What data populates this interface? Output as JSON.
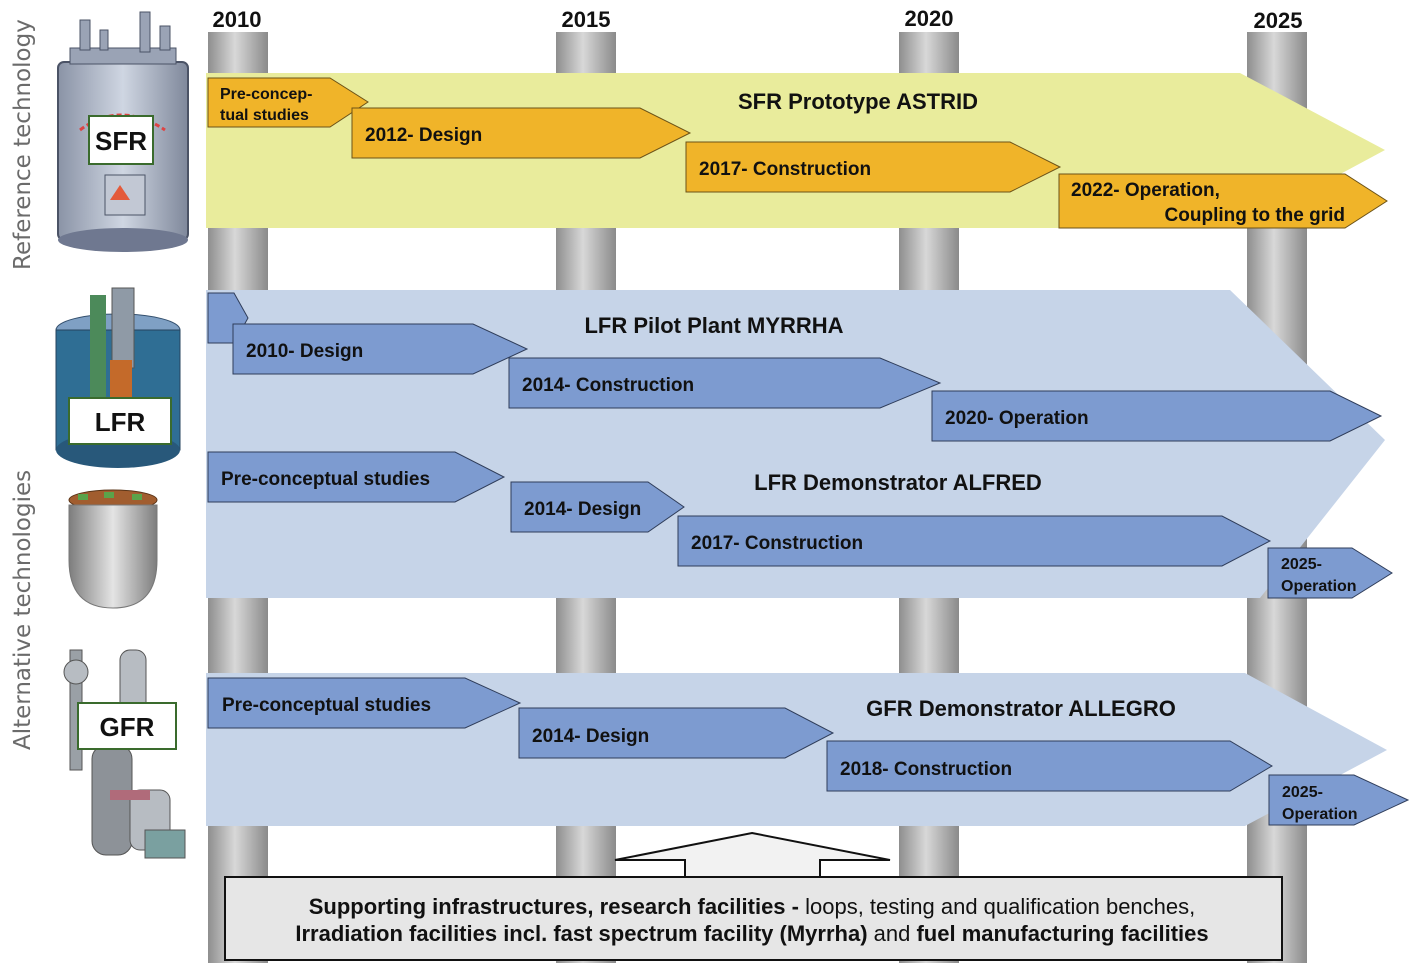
{
  "side_labels": {
    "reference": "Reference technology",
    "alternative": "Alternative technologies"
  },
  "years": [
    "2010",
    "2015",
    "2020",
    "2025"
  ],
  "technologies": {
    "sfr": "SFR",
    "lfr": "LFR",
    "gfr": "GFR"
  },
  "sfr": {
    "title": "SFR Prototype ASTRID",
    "stage_preconcept_line1": "Pre-concep-",
    "stage_preconcept_line2": "tual studies",
    "stage_design": "2012- Design",
    "stage_construction": "2017- Construction",
    "stage_operation_line1": "2022- Operation,",
    "stage_operation_line2": "Coupling to the grid"
  },
  "myrrha": {
    "title": "LFR Pilot Plant MYRRHA",
    "stage_design": "2010- Design",
    "stage_construction": "2014- Construction",
    "stage_operation": "2020- Operation"
  },
  "alfred": {
    "title": "LFR Demonstrator ALFRED",
    "stage_preconcept": "Pre-conceptual studies",
    "stage_design": "2014- Design",
    "stage_construction": "2017- Construction",
    "stage_operation_line1": "2025-",
    "stage_operation_line2": "Operation"
  },
  "allegro": {
    "title": "GFR Demonstrator ALLEGRO",
    "stage_preconcept": "Pre-conceptual studies",
    "stage_design": "2014- Design",
    "stage_construction": "2018- Construction",
    "stage_operation_line1": "2025-",
    "stage_operation_line2": "Operation"
  },
  "support": {
    "line1_bold": "Supporting infrastructures, research facilities -",
    "line1_rest": " loops, testing and qualification benches,",
    "line2_bold_a": "Irradiation facilities incl. fast spectrum facility (Myrrha)",
    "line2_mid": " and ",
    "line2_bold_b": "fuel manufacturing facilities"
  },
  "colors": {
    "sfr_band": "#e9ec9c",
    "sfr_stage": "#f0b429",
    "lfr_band": "#c6d4e8",
    "lfr_stage": "#7d9bd0",
    "pillar": "#a9a9a9",
    "support_box": "#e6e6e6"
  }
}
